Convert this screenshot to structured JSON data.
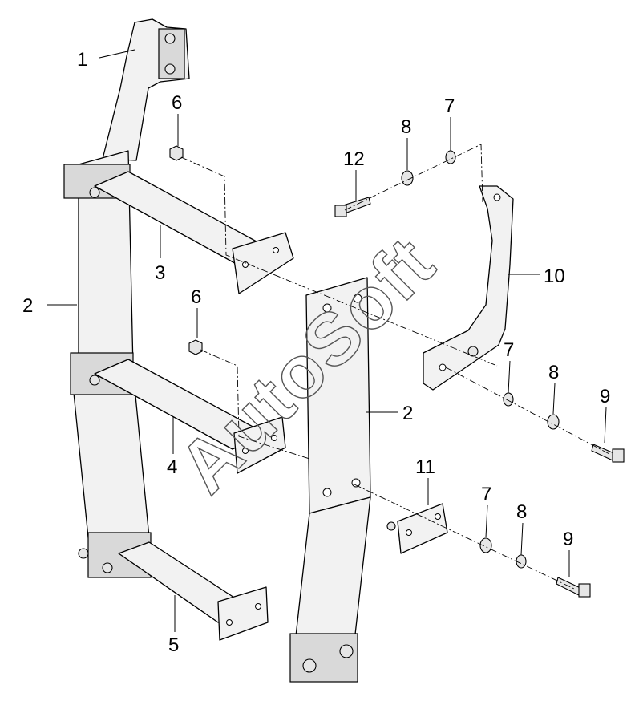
{
  "watermark": "AutoSoft",
  "callouts": [
    {
      "id": "c-1",
      "text": "1"
    },
    {
      "id": "c-2-left",
      "text": "2"
    },
    {
      "id": "c-2-right",
      "text": "2"
    },
    {
      "id": "c-3",
      "text": "3"
    },
    {
      "id": "c-4",
      "text": "4"
    },
    {
      "id": "c-5",
      "text": "5"
    },
    {
      "id": "c-6-upper",
      "text": "6"
    },
    {
      "id": "c-6-lower",
      "text": "6"
    },
    {
      "id": "c-7-top",
      "text": "7"
    },
    {
      "id": "c-7-mid",
      "text": "7"
    },
    {
      "id": "c-7-low",
      "text": "7"
    },
    {
      "id": "c-8-top",
      "text": "8"
    },
    {
      "id": "c-8-mid",
      "text": "8"
    },
    {
      "id": "c-8-low",
      "text": "8"
    },
    {
      "id": "c-9-mid",
      "text": "9"
    },
    {
      "id": "c-9-low",
      "text": "9"
    },
    {
      "id": "c-10",
      "text": "10"
    },
    {
      "id": "c-11",
      "text": "11"
    },
    {
      "id": "c-12",
      "text": "12"
    }
  ]
}
